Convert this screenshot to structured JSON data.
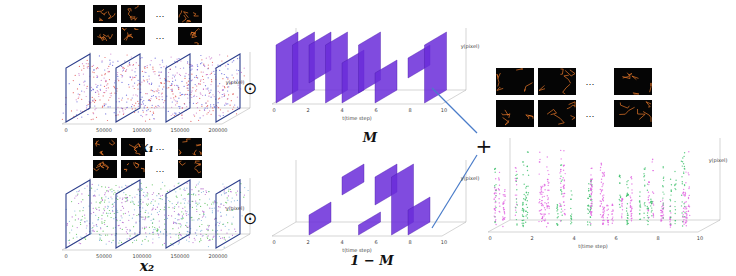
{
  "diagram": {
    "labels": [
      "x₁",
      "x₂",
      "M",
      "1 − M",
      "⊙",
      "⊙",
      "+",
      "…",
      "…",
      "…",
      "…",
      "…",
      "…",
      "0",
      "50000",
      "100000",
      "150000",
      "200000",
      "0",
      "50000",
      "100000",
      "150000",
      "200000",
      "y(pixel)",
      "y(pixel)",
      "0",
      "2",
      "4",
      "6",
      "8",
      "10",
      "t(time step)",
      "y(pixel)",
      "0",
      "2",
      "4",
      "6",
      "8",
      "10",
      "t(time step)",
      "y(pixel)",
      "0",
      "2",
      "4",
      "6",
      "8",
      "10",
      "t(time step)",
      "y(pixel)"
    ]
  }
}
